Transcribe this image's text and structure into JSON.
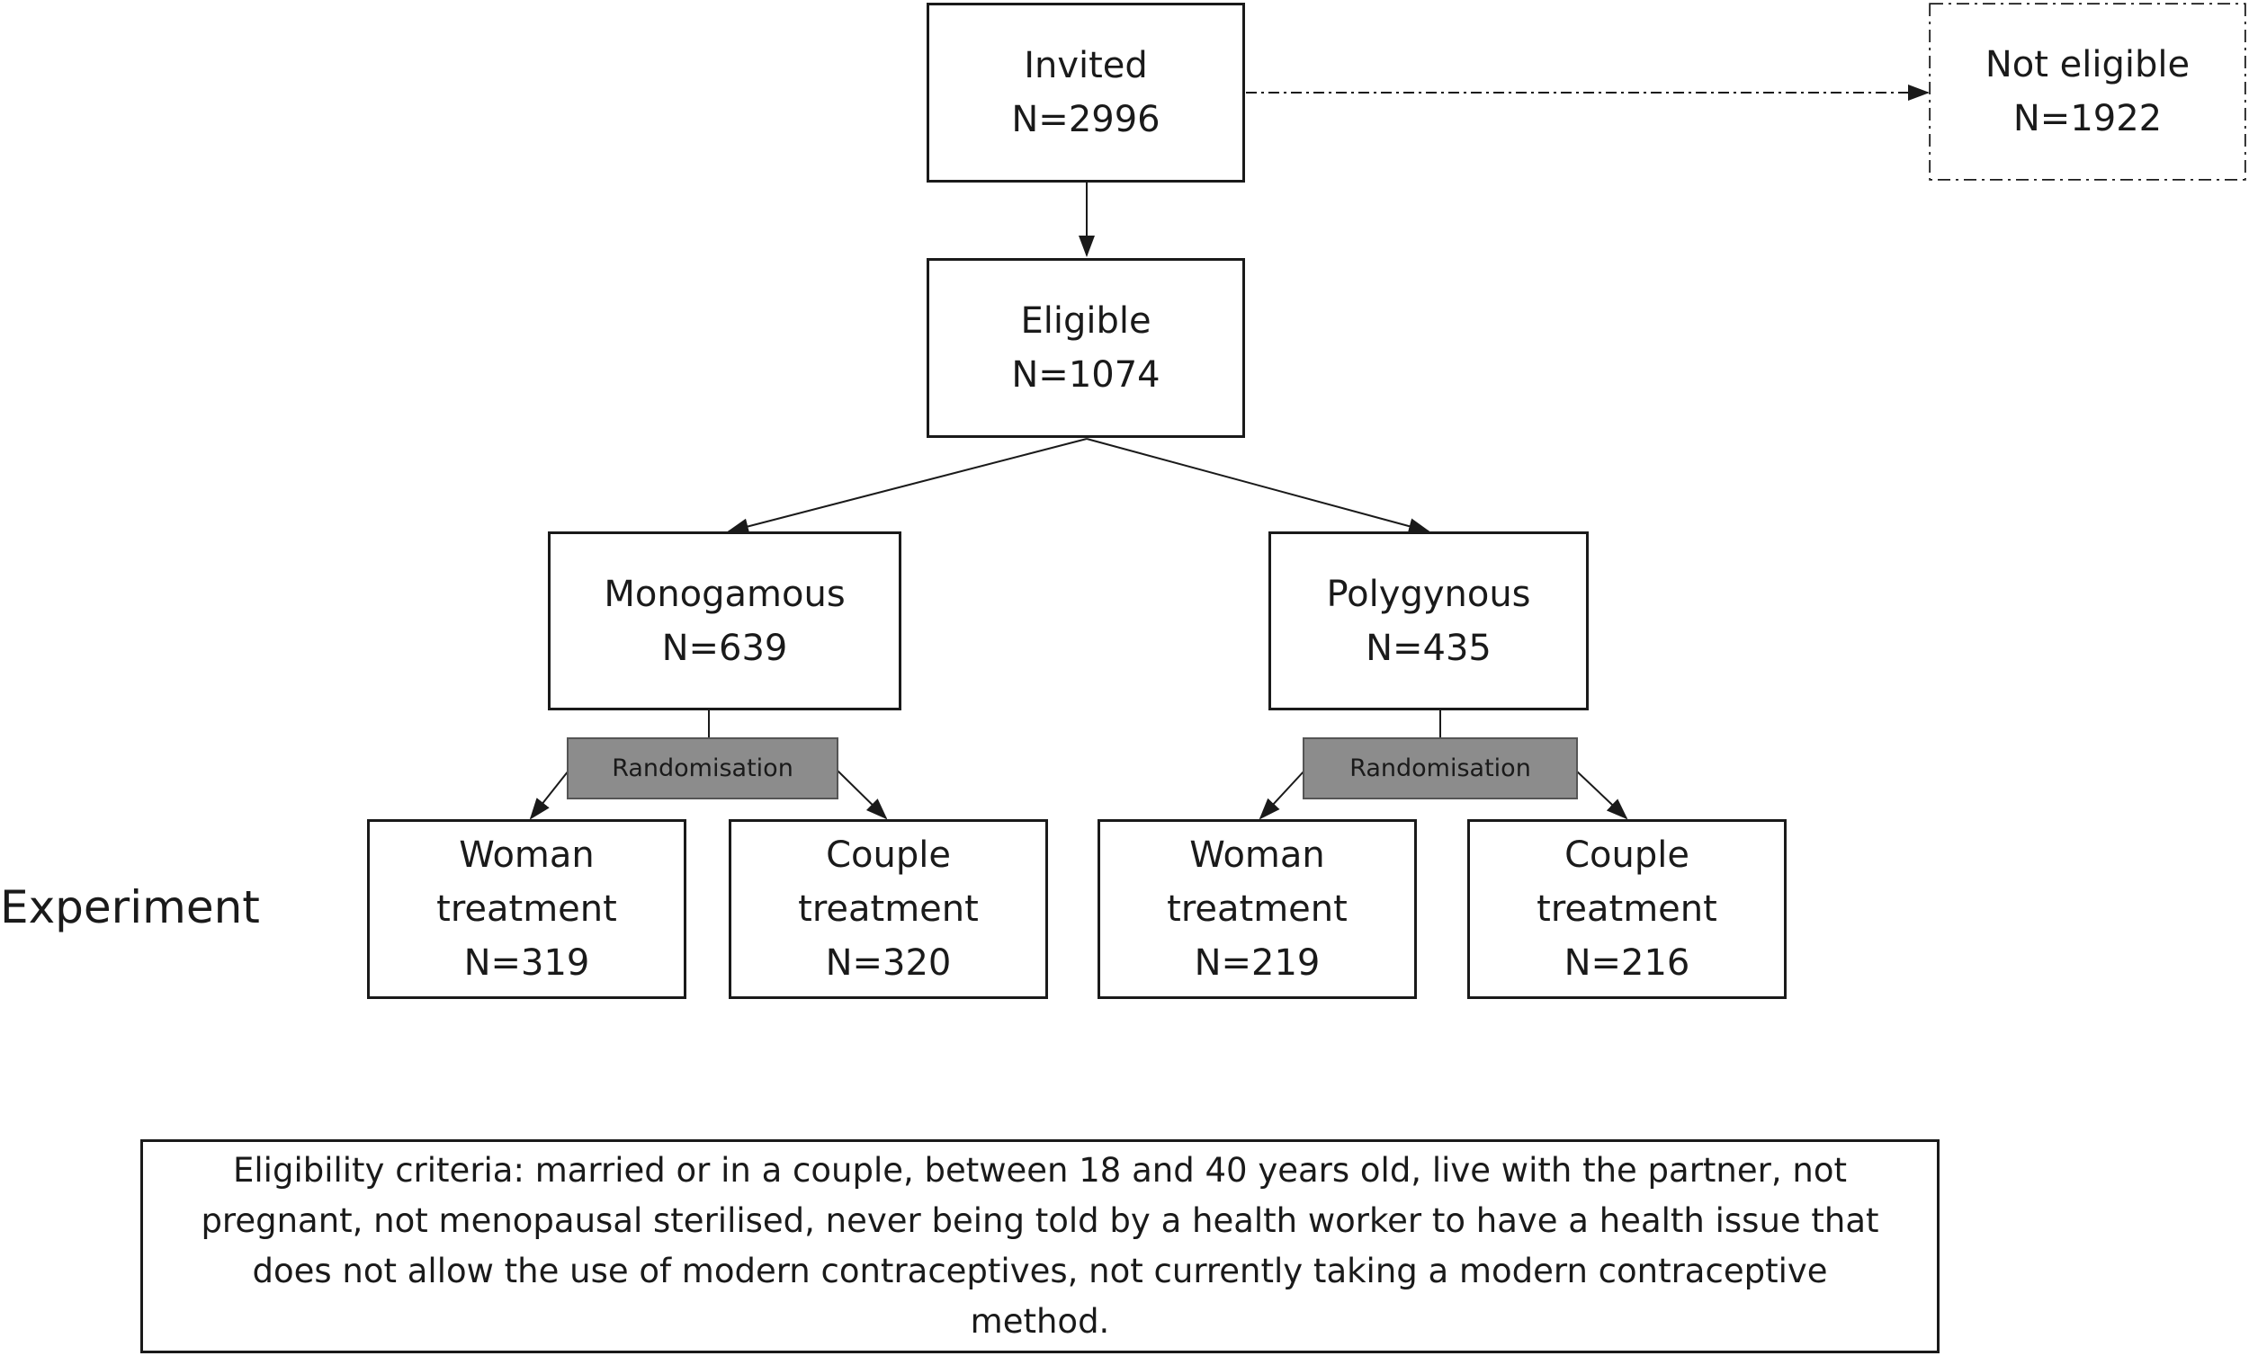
{
  "nodes": {
    "invited": {
      "title": "Invited",
      "count": "N=2996"
    },
    "not_eligible": {
      "title": "Not eligible",
      "count": "N=1922"
    },
    "eligible": {
      "title": "Eligible",
      "count": "N=1074"
    },
    "monogamous": {
      "title": "Monogamous",
      "count": "N=639"
    },
    "polygynous": {
      "title": "Polygynous",
      "count": "N=435"
    },
    "mono_woman": {
      "line1": "Woman",
      "line2": "treatment",
      "count": "N=319"
    },
    "mono_couple": {
      "line1": "Couple",
      "line2": "treatment",
      "count": "N=320"
    },
    "poly_woman": {
      "line1": "Woman",
      "line2": "treatment",
      "count": "N=219"
    },
    "poly_couple": {
      "line1": "Couple",
      "line2": "treatment",
      "count": "N=216"
    }
  },
  "randomisation_label": "Randomisation",
  "experiment_label": "Experiment",
  "eligibility_note": "Eligibility criteria: married or in a couple, between 18 and 40 years old, live with the partner, not pregnant, not menopausal sterilised, never being told by a health worker to have a health issue that does not allow the use of modern contraceptives, not currently taking a modern contraceptive method."
}
